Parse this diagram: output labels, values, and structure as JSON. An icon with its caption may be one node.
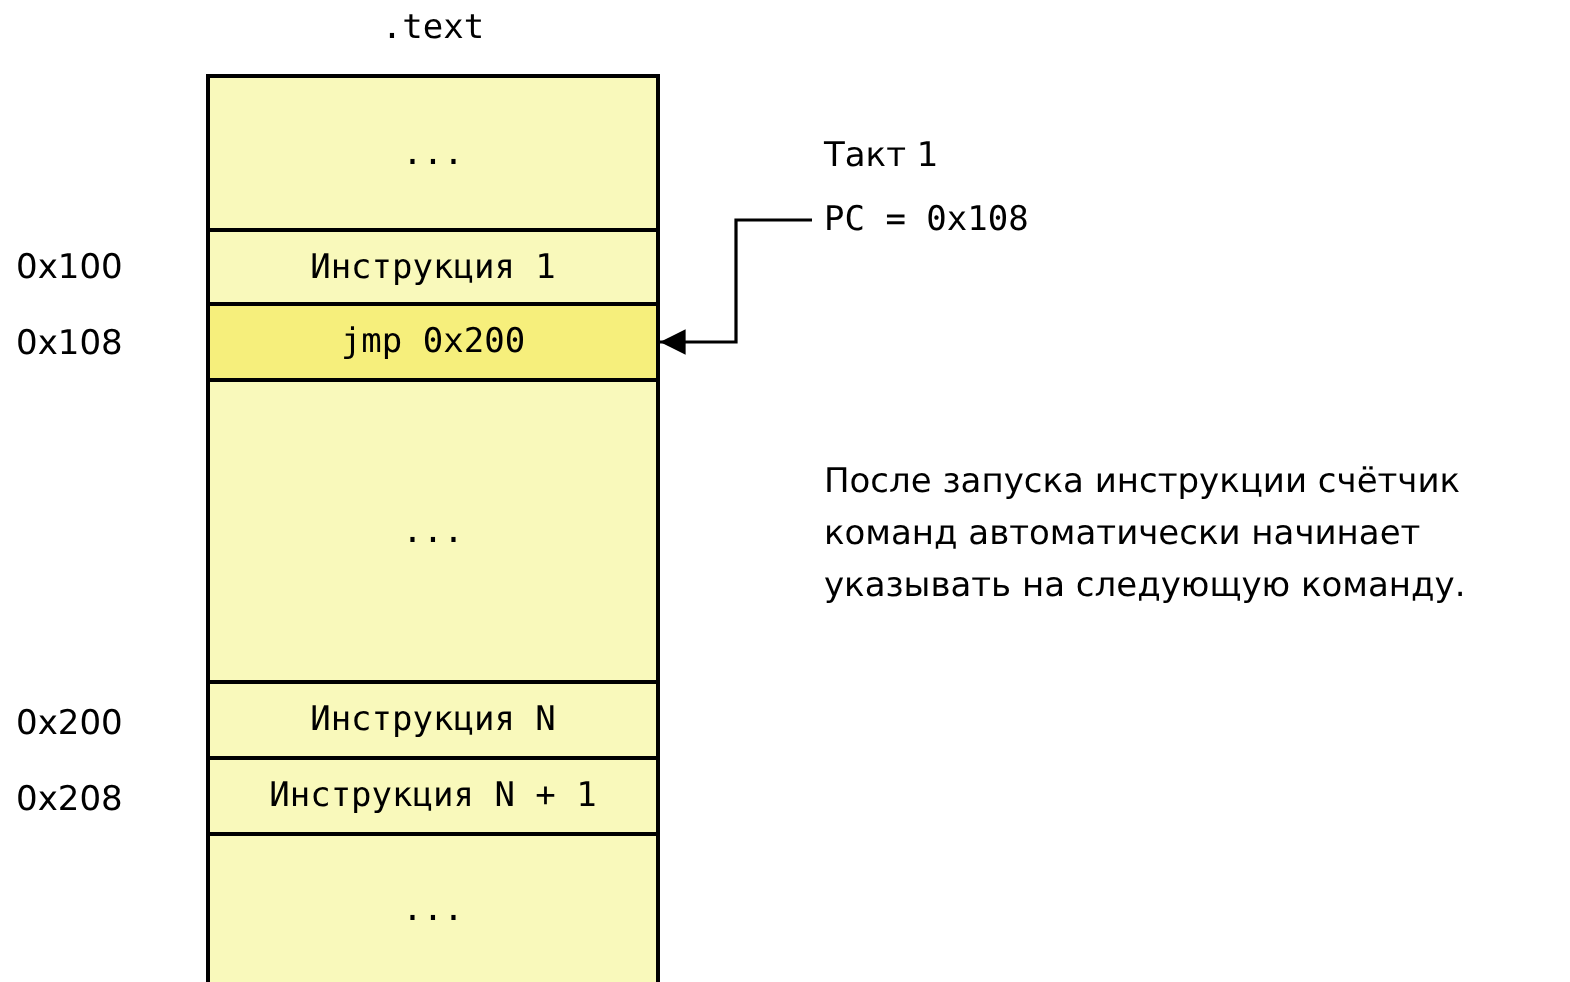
{
  "diagram": {
    "nodes": [
      {
        "text": [
          ".text"
        ]
      },
      {
        "text": [
          "..."
        ],
        "in": 0
      },
      {
        "text": [
          "Инструкция 1"
        ],
        "in": 0
      },
      {
        "text": [
          "jmp 0x200"
        ],
        "in": 0
      },
      {
        "text": [
          "..."
        ],
        "in": 0
      },
      {
        "text": [
          "Инструкция N"
        ],
        "in": 0
      },
      {
        "text": [
          "Инструкция N + 1"
        ],
        "in": 0
      },
      {
        "text": [
          "..."
        ],
        "in": 0
      },
      {
        "text": [
          "PC = 0x108"
        ]
      }
    ],
    "edges": [
      {
        "from": 8,
        "to": 3,
        "arrow": "to"
      }
    ],
    "labels": [
      "Такт 1",
      "0x100",
      "0x108",
      "0x200",
      "0x208",
      "После запуска инструкции счётчик команд автоматически начинает указывать на следующую команду."
    ]
  }
}
